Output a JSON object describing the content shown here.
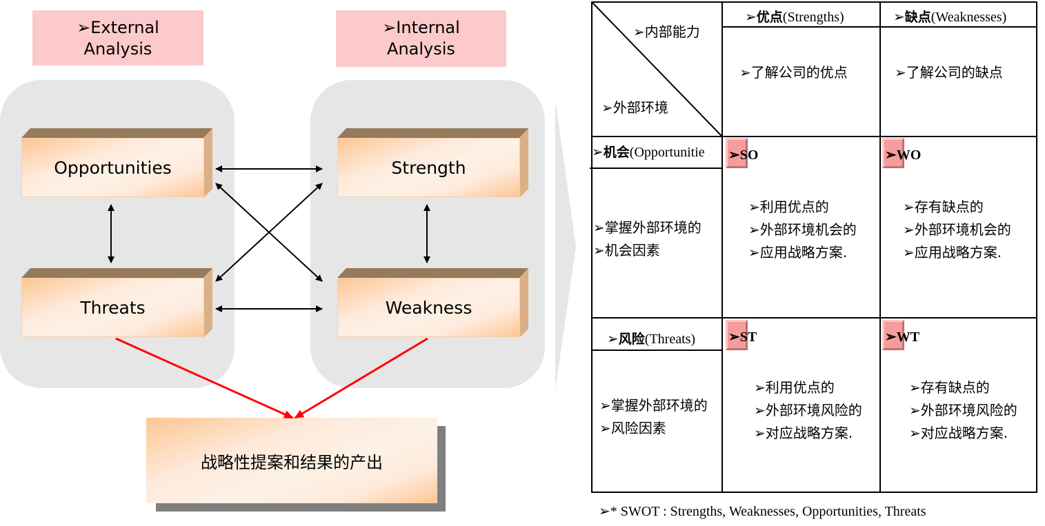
{
  "bullet": "➢",
  "left_diagram": {
    "external_header": {
      "line1": "External",
      "line2": "Analysis"
    },
    "internal_header": {
      "line1": "Internal",
      "line2": "Analysis"
    },
    "boxes": {
      "opportunities": "Opportunities",
      "threats": "Threats",
      "strength": "Strength",
      "weakness": "Weakness"
    },
    "result_box": "战略性提案和结果的产出",
    "colors": {
      "header_bg": "#fdcacb",
      "panel_bg": "#e6e6e6",
      "box_top": "#957a5c",
      "box_side": "#dcb086",
      "result_arrow": "#ff0000",
      "shadow": "#7f7f7f"
    }
  },
  "swot_table": {
    "corner": {
      "internal": "内部能力",
      "external": "外部环境"
    },
    "columns": [
      {
        "title_cn": "优点",
        "title_en": "(Strengths)",
        "desc": "了解公司的优点"
      },
      {
        "title_cn": "缺点",
        "title_en": "(Weaknesses)",
        "desc": "了解公司的缺点"
      }
    ],
    "rows": [
      {
        "title_cn": "机会",
        "title_en": "(Opportunitie",
        "desc": [
          "掌握外部环境的",
          "机会因素"
        ],
        "cells": [
          {
            "tag": "SO",
            "lines": [
              "利用优点的",
              "外部环境机会的",
              "应用战略方案."
            ]
          },
          {
            "tag": "WO",
            "lines": [
              "存有缺点的",
              "外部环境机会的",
              "应用战略方案."
            ]
          }
        ]
      },
      {
        "title_cn": "风险",
        "title_en": "(Threats)",
        "desc": [
          "掌握外部环境的",
          "风险因素"
        ],
        "cells": [
          {
            "tag": "ST",
            "lines": [
              "利用优点的",
              "外部环境风险的",
              "对应战略方案."
            ]
          },
          {
            "tag": "WT",
            "lines": [
              "存有缺点的",
              "外部环境风险的",
              "对应战略方案."
            ]
          }
        ]
      }
    ],
    "tag_color": "#f59c9c",
    "footnote": "* SWOT : Strengths, Weaknesses, Opportunities, Threats"
  }
}
